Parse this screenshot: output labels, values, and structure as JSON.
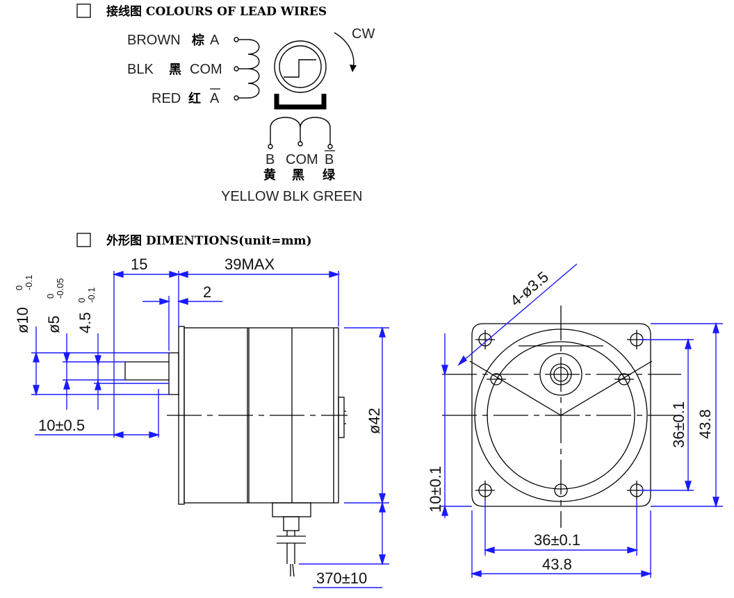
{
  "sections": {
    "wiring_heading": "接线图 COLOURS OF LEAD WIRES",
    "dimensions_heading": "外形图 DIMENTIONS(unit=mm)"
  },
  "wiring": {
    "direction": "CW",
    "left_wires": [
      {
        "color": "BROWN",
        "cn": "棕",
        "terminal": "A"
      },
      {
        "color": "BLK",
        "cn": "黑",
        "terminal": "COM"
      },
      {
        "color": "RED",
        "cn": "红",
        "terminal": "A"
      }
    ],
    "bottom_terminals": [
      "B",
      "COM",
      "B"
    ],
    "bottom_cn": [
      "黄",
      "黑",
      "绿"
    ],
    "bottom_colors": "YELLOW BLK GREEN"
  },
  "side_view": {
    "shaft_length": "15",
    "body_length": "39MAX",
    "flange": "2",
    "d10": "ø10",
    "d10_tol_upper": "0",
    "d10_tol_lower": "-0.1",
    "d5": "ø5",
    "d5_tol_upper": "0",
    "d5_tol_lower": "-0.05",
    "flat": "4.5",
    "flat_tol_upper": "0",
    "flat_tol_lower": "-0.1",
    "flat_length": "10±0.5",
    "diameter": "ø42",
    "lead_length": "370±10"
  },
  "front_view": {
    "holes": "4-ø3.5",
    "hole_spacing_v": "36±0.1",
    "height": "43.8",
    "offset": "10±0.1",
    "hole_spacing_h": "36±0.1",
    "width": "43.8"
  },
  "colors": {
    "dimension": "#1a1aff",
    "drawing": "#000000"
  }
}
